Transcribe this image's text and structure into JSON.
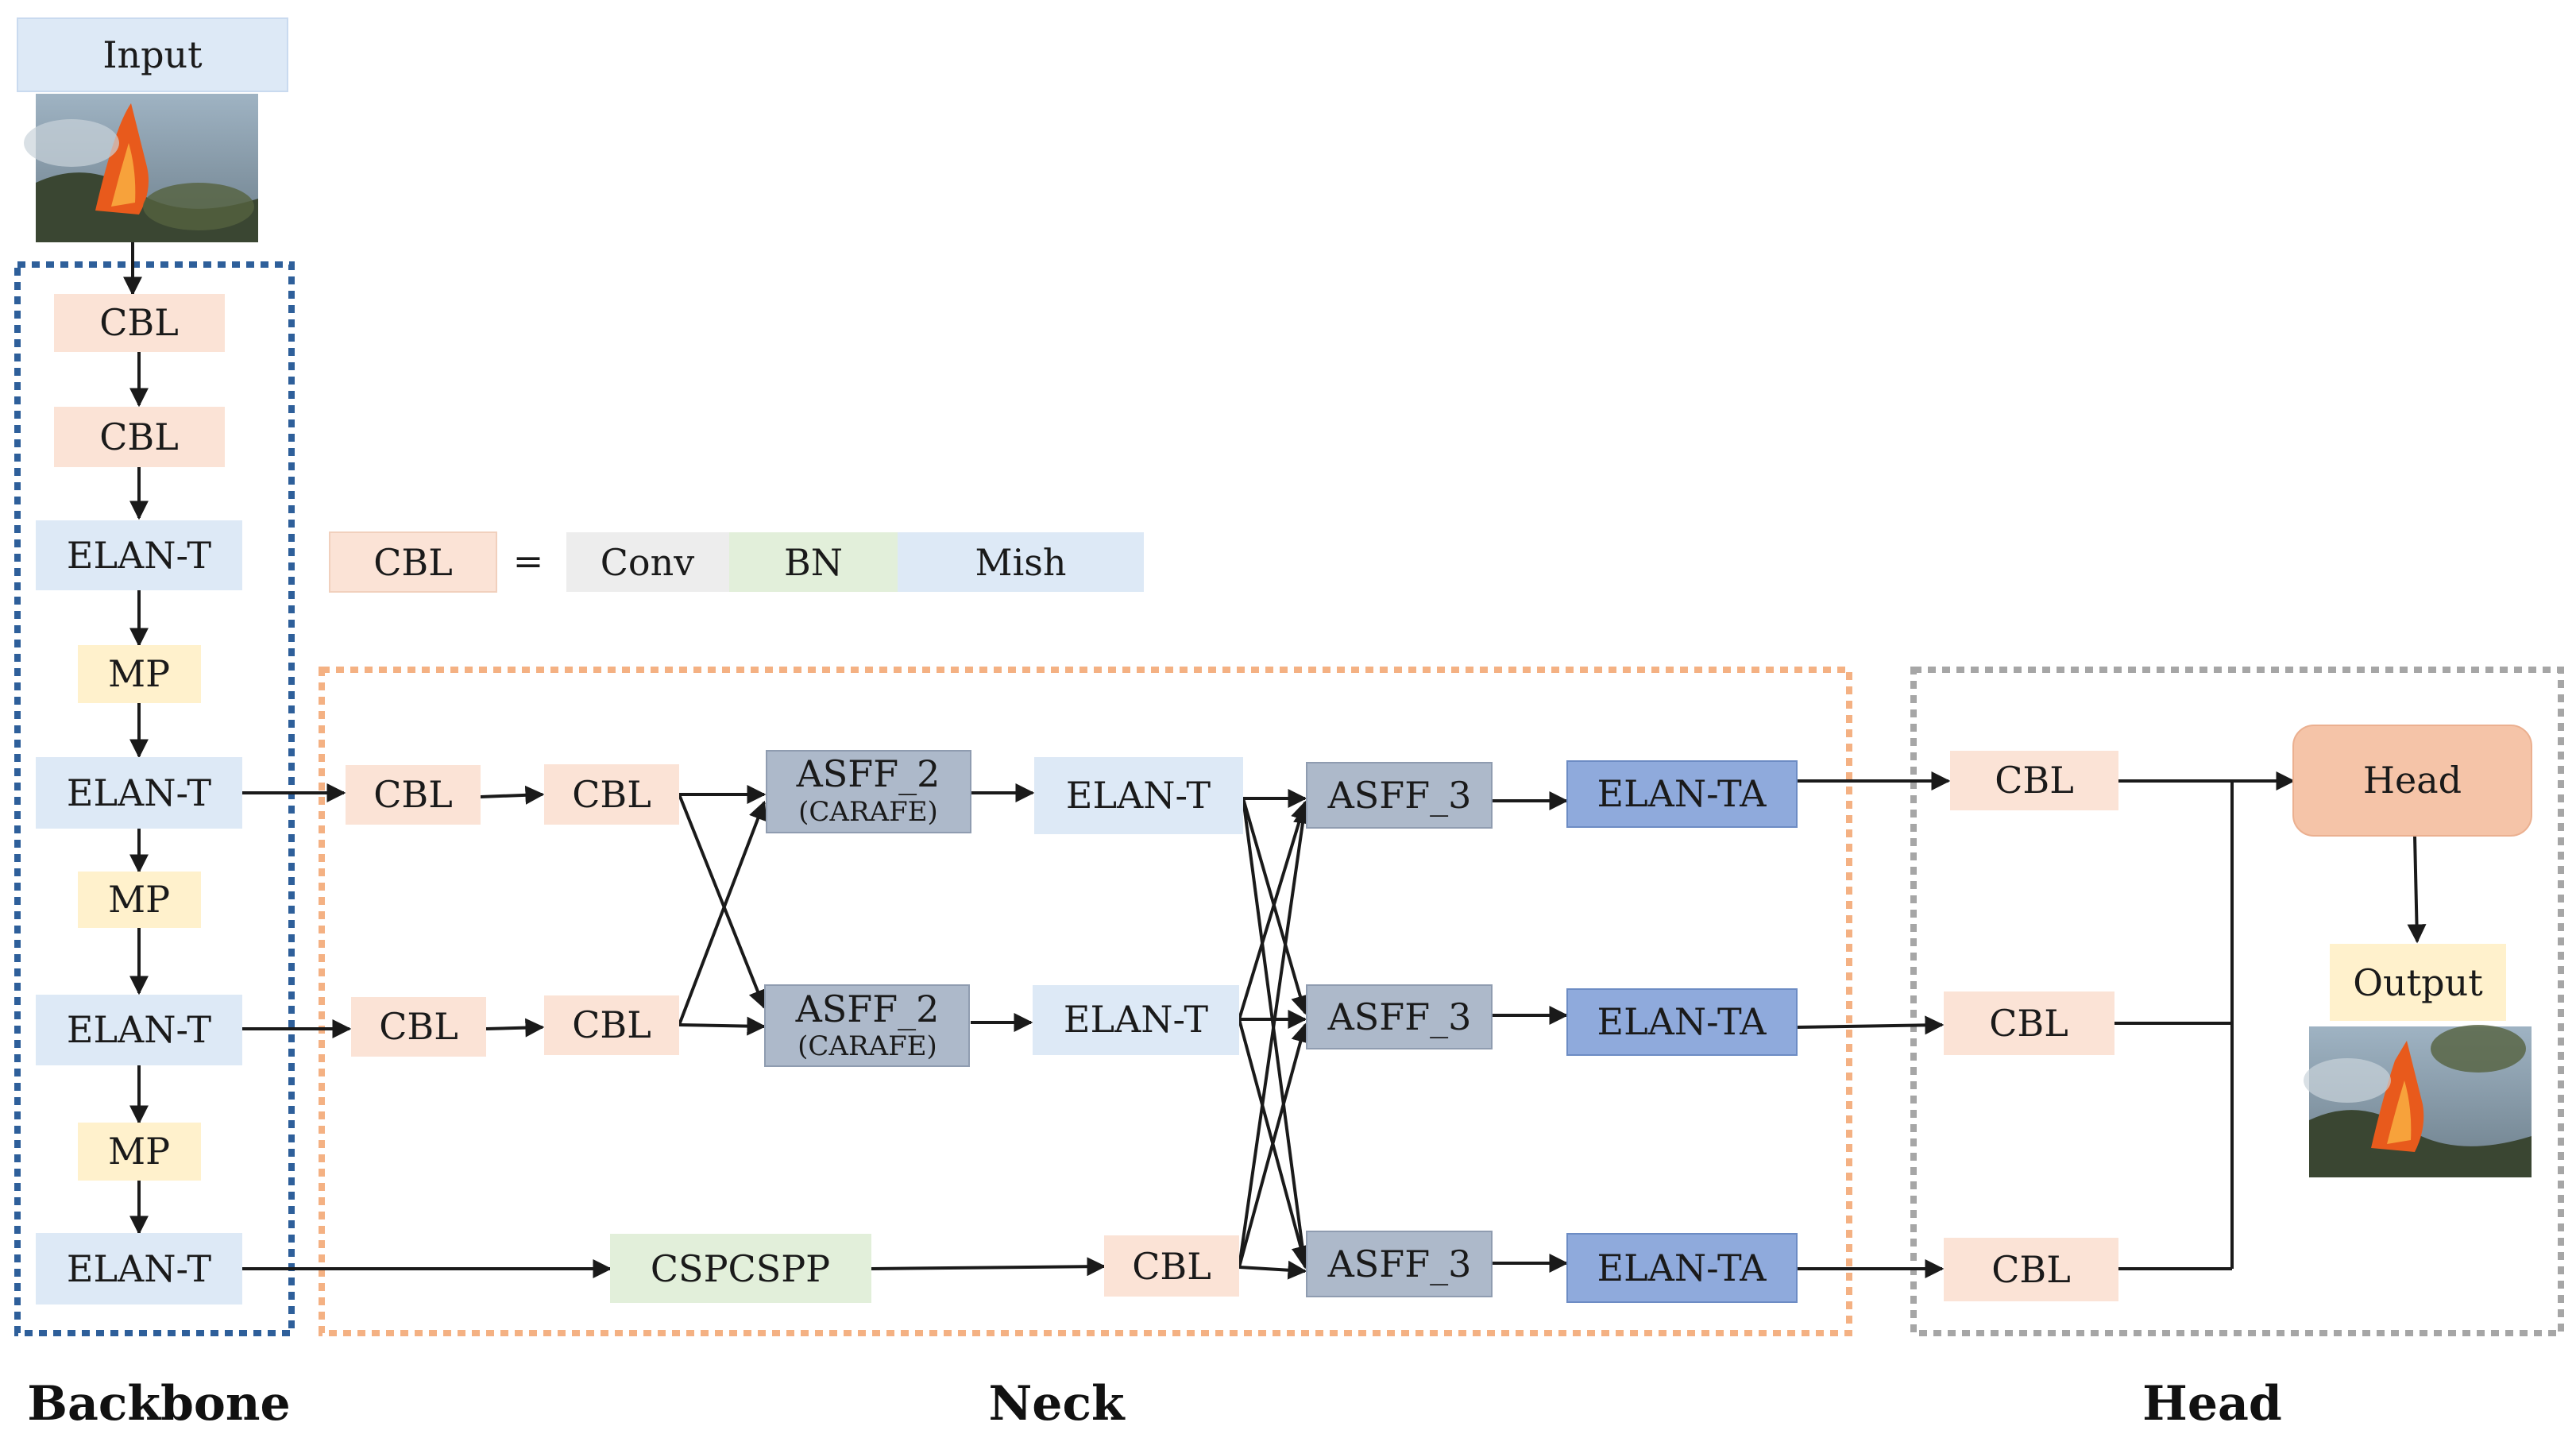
{
  "input_label": "Input",
  "output_label": "Output",
  "sections": {
    "backbone": "Backbone",
    "neck": "Neck",
    "head": "Head"
  },
  "legend": {
    "cbl": "CBL",
    "equals": "=",
    "conv": "Conv",
    "bn": "BN",
    "mish": "Mish"
  },
  "backbone": {
    "cbl1": "CBL",
    "cbl2": "CBL",
    "elan1": "ELAN-T",
    "mp1": "MP",
    "elan2": "ELAN-T",
    "mp2": "MP",
    "elan3": "ELAN-T",
    "mp3": "MP",
    "elan4": "ELAN-T"
  },
  "neck": {
    "cbl_a1": "CBL",
    "cbl_a2": "CBL",
    "cbl_b1": "CBL",
    "cbl_b2": "CBL",
    "asff2_top": "ASFF_2",
    "asff2_top_sub": "(CARAFE)",
    "asff2_mid": "ASFF_2",
    "asff2_mid_sub": "(CARAFE)",
    "elan_top": "ELAN-T",
    "elan_mid": "ELAN-T",
    "cspcspp": "CSPCSPP",
    "cbl_bottom": "CBL",
    "asff3_top": "ASFF_3",
    "asff3_mid": "ASFF_3",
    "asff3_bot": "ASFF_3",
    "elanta_top": "ELAN-TA",
    "elanta_mid": "ELAN-TA",
    "elanta_bot": "ELAN-TA"
  },
  "head": {
    "cbl_top": "CBL",
    "cbl_mid": "CBL",
    "cbl_bot": "CBL",
    "head_block": "Head"
  },
  "colors": {
    "cbl": "#fbe3d6",
    "elan": "#dde9f6",
    "mp": "#fff1cc",
    "conv": "#ededed",
    "bn": "#e2efda",
    "cspcspp": "#e2efda",
    "asff": "#adb9ca",
    "elanta": "#8faadc",
    "head": "#f5c4a8",
    "backbone_border": "#2e5f9a",
    "neck_border": "#f4b183",
    "head_border": "#a6a6a6"
  }
}
